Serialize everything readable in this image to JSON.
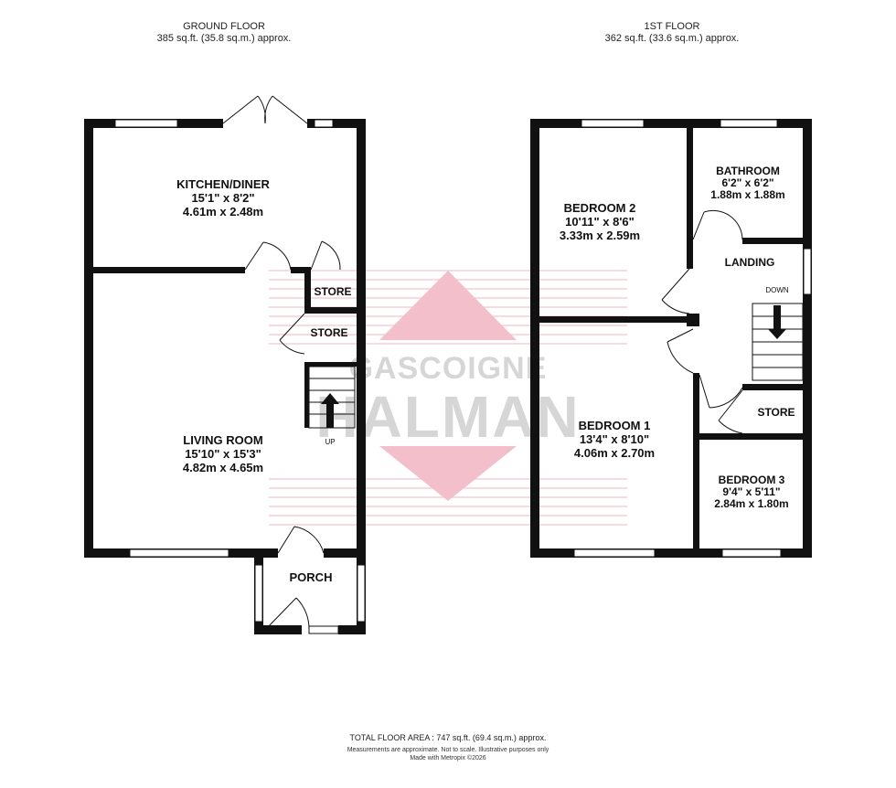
{
  "floors": [
    {
      "name": "GROUND FLOOR",
      "area": "385 sq.ft. (35.8 sq.m.) approx."
    },
    {
      "name": "1ST FLOOR",
      "area": "362 sq.ft. (33.6 sq.m.) approx."
    }
  ],
  "rooms": {
    "kitchen": {
      "name": "KITCHEN/DINER",
      "imperial": "15'1\"  x 8'2\"",
      "metric": "4.61m  x 2.48m"
    },
    "living": {
      "name": "LIVING ROOM",
      "imperial": "15'10\"  x 15'3\"",
      "metric": "4.82m  x 4.65m"
    },
    "store_upper": {
      "name": "STORE"
    },
    "store_lower": {
      "name": "STORE"
    },
    "porch": {
      "name": "PORCH"
    },
    "bedroom2": {
      "name": "BEDROOM 2",
      "imperial": "10'11\"  x 8'6\"",
      "metric": "3.33m  x 2.59m"
    },
    "bathroom": {
      "name": "BATHROOM",
      "imperial": "6'2\"  x 6'2\"",
      "metric": "1.88m  x 1.88m"
    },
    "landing": {
      "name": "LANDING"
    },
    "bedroom1": {
      "name": "BEDROOM 1",
      "imperial": "13'4\"  x 8'10\"",
      "metric": "4.06m  x 2.70m"
    },
    "store_first": {
      "name": "STORE"
    },
    "bedroom3": {
      "name": "BEDROOM 3",
      "imperial": "9'4\"  x 5'11\"",
      "metric": "2.84m  x 1.80m"
    }
  },
  "stairs": {
    "up_label": "UP",
    "down_label": "DOWN"
  },
  "watermark": {
    "line1": "GASCOIGNE",
    "line2": "HALMAN"
  },
  "footer": {
    "total": "TOTAL FLOOR AREA : 747 sq.ft. (69.4 sq.m.) approx.",
    "disclaimer": "Measurements are approximate.  Not to scale.  Illustrative purposes only",
    "credit": "Made with Metropix ©2026"
  },
  "colors": {
    "wall": "#111111",
    "watermark_pink": "#f0b8c4",
    "watermark_grey": "#d2d2d2",
    "window": "#ffffff"
  }
}
